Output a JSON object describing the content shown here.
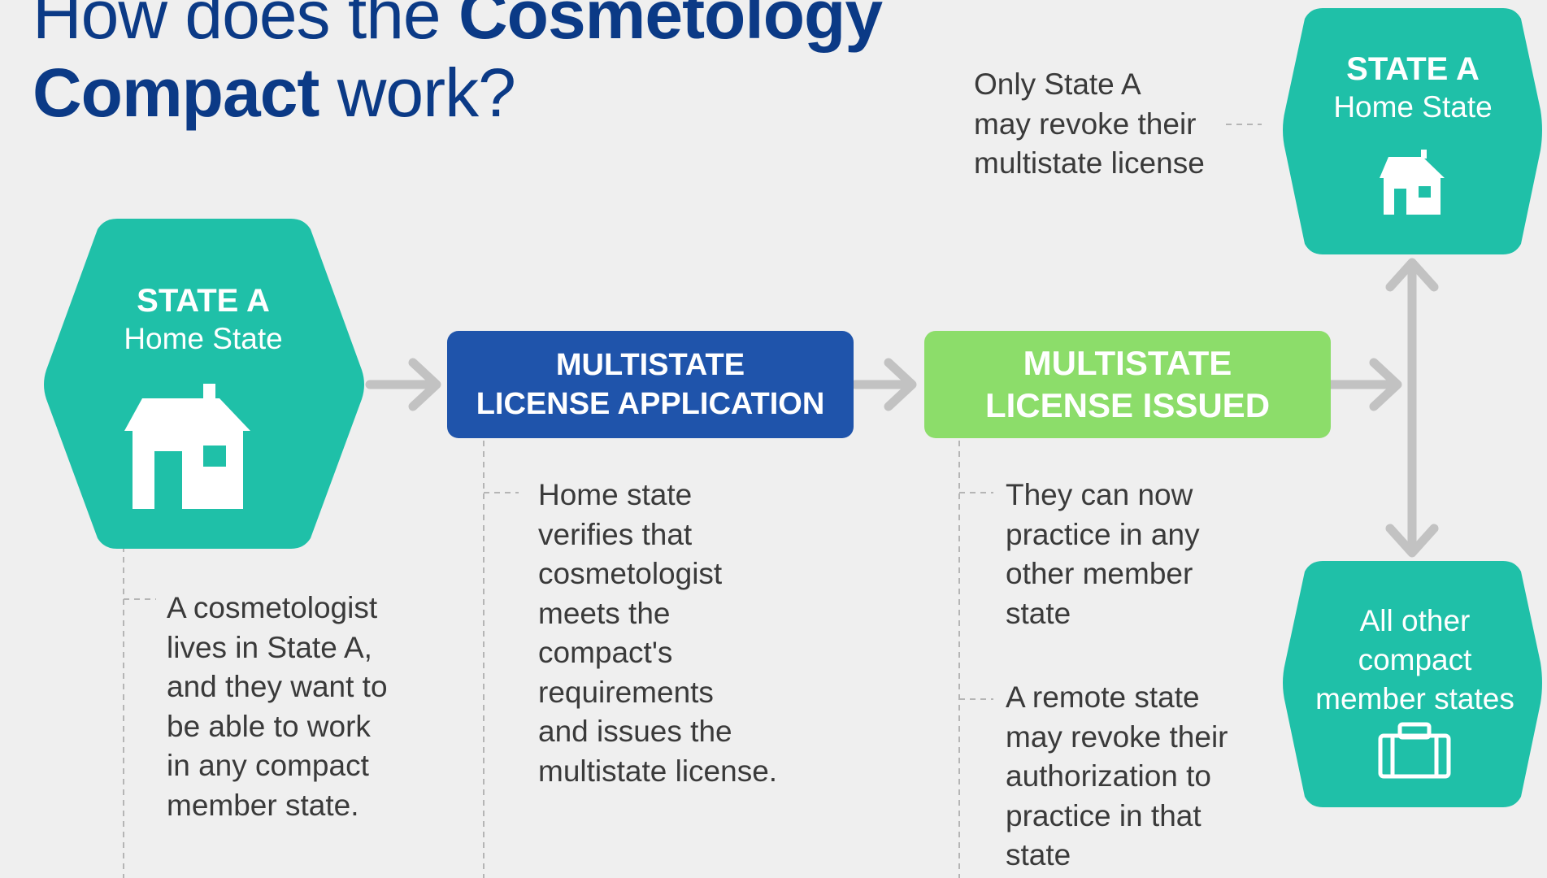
{
  "title": {
    "line1_light": "How does the ",
    "line1_bold": "Cosmetology",
    "line2_bold": "Compact",
    "line2_light": " work?"
  },
  "home_state_left": {
    "name": "STATE A",
    "subtitle": "Home State",
    "icon": "house-icon"
  },
  "application_box": {
    "label": "MULTISTATE\nLICENSE APPLICATION"
  },
  "issued_box": {
    "label": "MULTISTATE\nLICENSE ISSUED"
  },
  "home_state_right": {
    "name": "STATE A",
    "subtitle": "Home State",
    "icon": "house-icon"
  },
  "other_states": {
    "label": "All other\ncompact\nmember states",
    "icon": "briefcase-icon"
  },
  "notes": {
    "revoke_home": "Only State A\nmay revoke their\nmultistate license",
    "cosmetologist": "A cosmetologist\nlives in State A,\nand they want to\nbe able to work\nin any compact\nmember state.",
    "verifies": "Home state\nverifies that\ncosmetologist\nmeets the\ncompact's\nrequirements\nand issues the\nmultistate license.",
    "practice": "They can now\npractice in any\nother member\nstate",
    "remote_revoke": "A remote state\nmay revoke their\nauthorization to\npractice in that\nstate"
  },
  "colors": {
    "teal": "#1fc0a8",
    "blue": "#1f54ab",
    "green": "#8cdd6a",
    "title_blue": "#0b3a86",
    "arrow_gray": "#c2c2c2",
    "dash_gray": "#b5b5b5"
  }
}
